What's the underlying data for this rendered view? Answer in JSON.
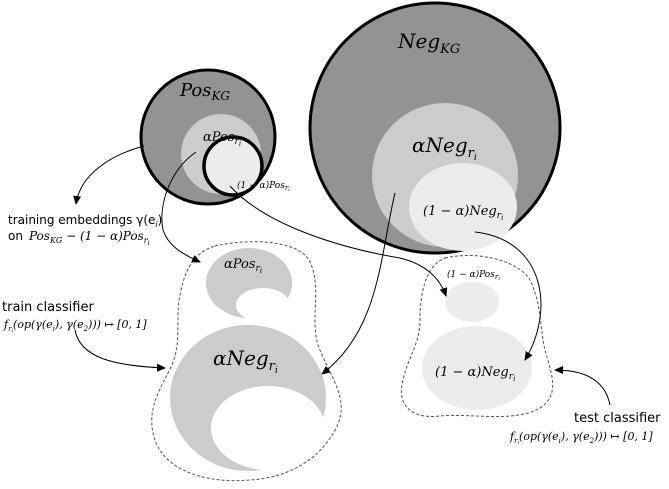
{
  "labels": {
    "pos_kg": "Pos",
    "pos_kg_sub": "KG",
    "neg_kg": "Neg",
    "neg_kg_sub": "KG",
    "alpha_pos_top": "αPos",
    "alpha_pos_top_sub": "r",
    "alpha_pos_top_subsub": "i",
    "one_minus_alpha_pos_top": "(1 − α)Pos",
    "one_minus_alpha_pos_top_sub": "r",
    "one_minus_alpha_pos_top_subsub": "i",
    "alpha_neg_top": "αNeg",
    "alpha_neg_top_sub": "r",
    "alpha_neg_top_subsub": "i",
    "one_minus_alpha_neg_top": "(1 − α)Neg",
    "one_minus_alpha_neg_top_sub": "r",
    "one_minus_alpha_neg_top_subsub": "i",
    "train_alpha_pos": "αPos",
    "train_alpha_pos_sub": "r",
    "train_alpha_pos_subsub": "i",
    "train_alpha_neg": "αNeg",
    "train_alpha_neg_sub": "r",
    "train_alpha_neg_subsub": "i",
    "test_pos": "(1 − α)Pos",
    "test_pos_sub": "r",
    "test_pos_subsub": "i",
    "test_neg": "(1 − α)Neg",
    "test_neg_sub": "r",
    "test_neg_subsub": "i"
  },
  "annotations": {
    "training_embeddings_line1": "training embeddings γ(e",
    "training_embeddings_line1_sub": "i",
    "training_embeddings_line1_end": ")",
    "training_embeddings_line2_prefix": "on",
    "training_embeddings_line2_math": "Pos",
    "training_embeddings_line2_sub1": "KG",
    "training_embeddings_line2_mid": " − (1 − α)Pos",
    "training_embeddings_line2_sub2": "r",
    "training_embeddings_line2_subsub2": "i",
    "train_classifier_title": "train classifier",
    "train_classifier_formula": "f",
    "train_classifier_formula_sub": "r",
    "train_classifier_formula_subsub": "i",
    "train_classifier_formula_rest": "(op(γ(e",
    "train_classifier_formula_e1": "i",
    "train_classifier_formula_mid": "), γ(e",
    "train_classifier_formula_e2": "2",
    "train_classifier_formula_end": "))) ↦ [0, 1]",
    "test_classifier_title": "test classifier",
    "test_classifier_formula": "f",
    "test_classifier_formula_sub": "r",
    "test_classifier_formula_subsub": "i",
    "test_classifier_formula_rest": "(op(γ(e",
    "test_classifier_formula_e1": "i",
    "test_classifier_formula_mid": "), γ(e",
    "test_classifier_formula_e2": "2",
    "test_classifier_formula_end": "))) ↦ [0, 1]"
  },
  "colors": {
    "dark_gray": "#939393",
    "mid_gray": "#cccccc",
    "light_gray": "#ececec",
    "white": "#ffffff",
    "stroke": "#000000"
  }
}
